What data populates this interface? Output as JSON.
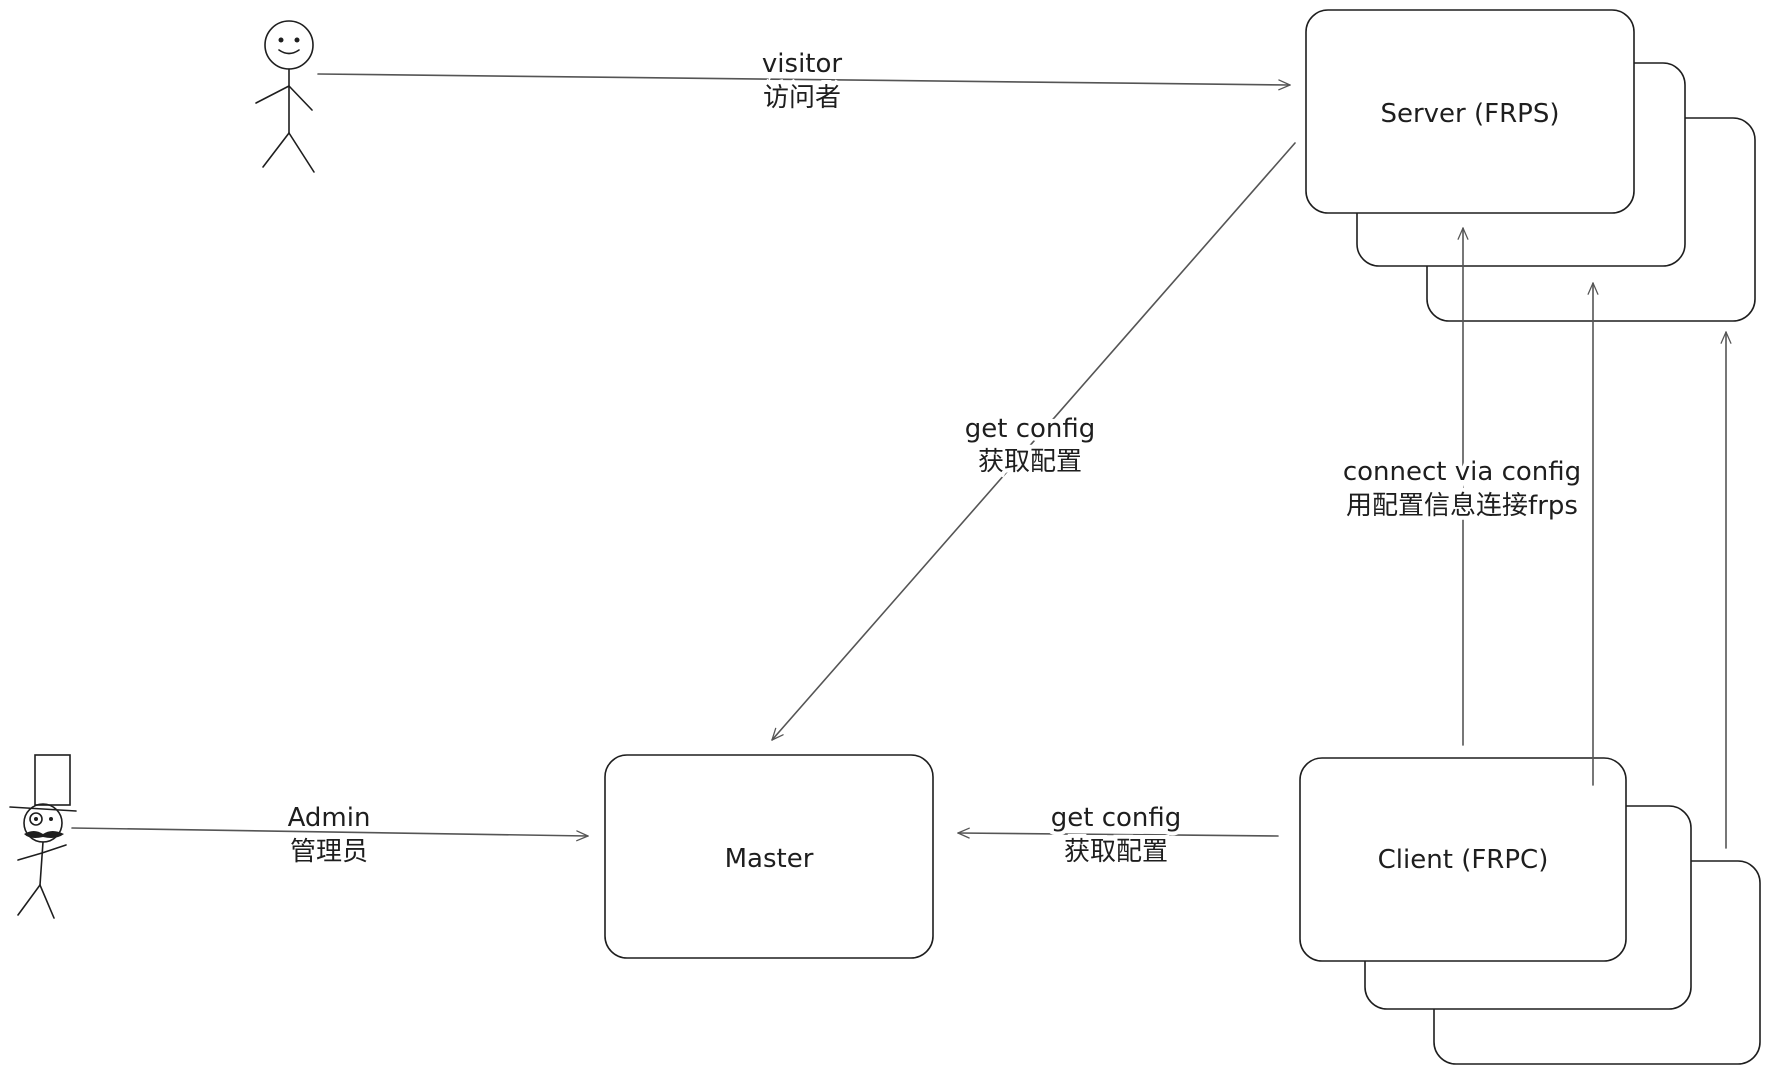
{
  "nodes": {
    "server": "Server (FRPS)",
    "master": "Master",
    "client": "Client (FRPC)"
  },
  "edges": {
    "visitor": {
      "line1": "visitor",
      "line2": "访问者"
    },
    "admin": {
      "line1": "Admin",
      "line2": "管理员"
    },
    "server_master": {
      "line1": "get config",
      "line2": "获取配置"
    },
    "client_master": {
      "line1": "get config",
      "line2": "获取配置"
    },
    "client_server": {
      "line1": "connect via config",
      "line2": "用配置信息连接frps"
    }
  }
}
